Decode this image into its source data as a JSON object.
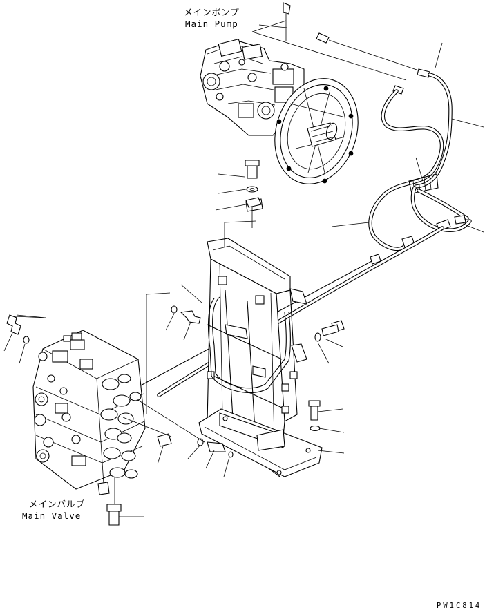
{
  "labels": {
    "main_pump_jp": "メインポンプ",
    "main_pump_en": "Main Pump",
    "main_valve_jp": "メインバルブ",
    "main_valve_en": "Main Valve"
  },
  "drawing_code": "PW1C814",
  "colors": {
    "ink": "#000000",
    "paper": "#ffffff"
  }
}
